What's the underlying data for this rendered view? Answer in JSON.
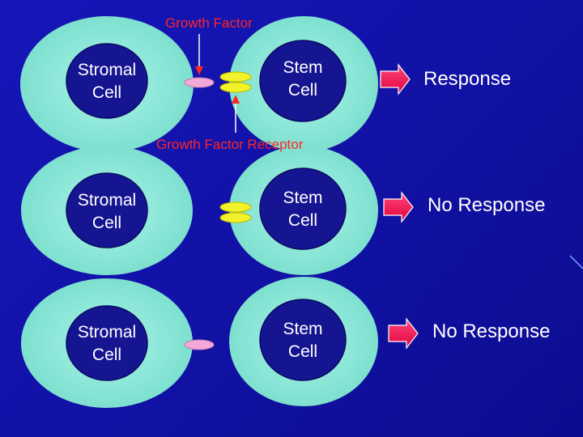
{
  "labels": {
    "growth_factor": "Growth Factor",
    "growth_factor_receptor": "Growth Factor Receptor"
  },
  "rows": [
    {
      "stromal": "Stromal\nCell",
      "stem": "Stem\nCell",
      "response": "Response"
    },
    {
      "stromal": "Stromal\nCell",
      "stem": "Stem\nCell",
      "response": "No Response"
    },
    {
      "stromal": "Stromal\nCell",
      "stem": "Stem\nCell",
      "response": "No Response"
    }
  ],
  "colors": {
    "background": "#1414b0",
    "cell_outer": "#8fe8d8",
    "cell_nucleus": "#151592",
    "growth_factor": "#f4a8d8",
    "receptor": "#f2f22a",
    "arrow": "#ff1a5a",
    "label_red": "#ff2626"
  }
}
